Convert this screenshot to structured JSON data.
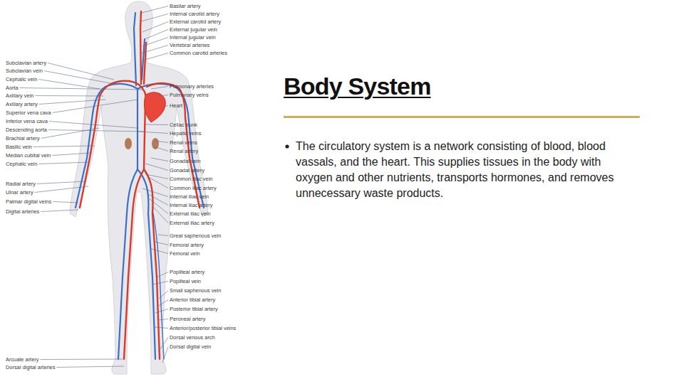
{
  "diagram": {
    "title": "Body System",
    "labels": [
      "Subclavian artery",
      "Subclavian vein",
      "Cephalic vein",
      "Aorta",
      "Axillary vein",
      "Axillary artery",
      "Superior vena cava",
      "Inferior vena cava",
      "Descending aorta",
      "Brachial artery",
      "Basilic vein",
      "Median cubital vein",
      "Cephalic vein",
      "Radial artery",
      "Ulnar artery",
      "Palmar digital veins",
      "Digital arteries",
      "Arcuate artery",
      "Dorsal digital arteries",
      "Basilar artery",
      "Internal carotid artery",
      "External carotid artery",
      "External jugular vein",
      "Internal jugular vein",
      "Vertebral arteries",
      "Common carotid arteries",
      "Pulmonary arteries",
      "Pulmonary veins",
      "Heart",
      "Celiac trunk",
      "Hepatic veins",
      "Renal veins",
      "Renal artery",
      "Gonadal vein",
      "Gonadal artery",
      "Common iliac vein",
      "Common iliac artery",
      "Internal iliac vein",
      "Internal iliac artery",
      "External iliac vein",
      "External iliac artery",
      "Great saphenous vein",
      "Femoral artery",
      "Femoral vein",
      "Popliteal artery",
      "Popliteal vein",
      "Small saphenous vein",
      "Anterior tibial artery",
      "Posterior tibial artery",
      "Peroneal artery",
      "Anterior/posterior tibial veins",
      "Dorsal venous arch",
      "Dorsal digital vein",
      "The circulatory system is a network consisting of blood, blood vassals, and the heart. This supplies tissues in the body with oxygen and other nutrients, transports hormones, and removes unnecessary waste products."
    ]
  }
}
